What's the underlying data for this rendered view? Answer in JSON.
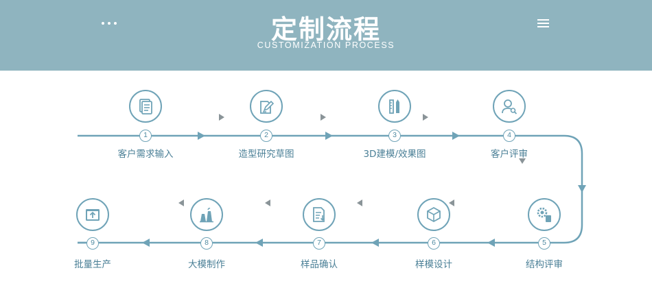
{
  "header": {
    "title": "定制流程",
    "subtitle": "CUSTOMIZATION PROCESS",
    "dots_icon": "more-dots-icon",
    "menu_icon": "hamburger-menu-icon",
    "background_color": "#8fb4bf"
  },
  "steps": [
    {
      "number": "1",
      "label": "客户需求输入",
      "icon": "document-list-icon"
    },
    {
      "number": "2",
      "label": "造型研究草图",
      "icon": "sketch-pen-icon"
    },
    {
      "number": "3",
      "label": "3D建模/效果图",
      "icon": "ruler-pencil-icon"
    },
    {
      "number": "4",
      "label": "客户评审",
      "icon": "user-search-icon"
    },
    {
      "number": "5",
      "label": "结构评审",
      "icon": "gear-review-icon"
    },
    {
      "number": "6",
      "label": "样模设计",
      "icon": "cube-icon"
    },
    {
      "number": "7",
      "label": "样品确认",
      "icon": "document-check-icon"
    },
    {
      "number": "8",
      "label": "大模制作",
      "icon": "factory-icon"
    },
    {
      "number": "9",
      "label": "批量生产",
      "icon": "box-upload-icon"
    }
  ],
  "colors": {
    "line": "#6fa3b7",
    "text": "#4a7f96",
    "chevron": "#8a9498"
  }
}
